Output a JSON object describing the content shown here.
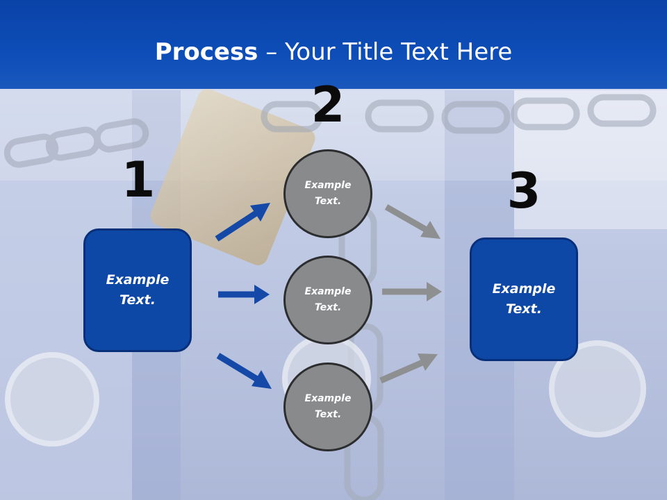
{
  "slide": {
    "title_bold": "Process",
    "title_rest": " – Your Title Text Here"
  },
  "steps": {
    "step1": {
      "number": "1",
      "line1": "Example",
      "line2": "Text."
    },
    "step2": {
      "number": "2"
    },
    "step3": {
      "number": "3",
      "line1": "Example",
      "line2": "Text."
    }
  },
  "nodes": [
    {
      "line1": "Example",
      "line2": "Text."
    },
    {
      "line1": "Example",
      "line2": "Text."
    },
    {
      "line1": "Example",
      "line2": "Text."
    }
  ],
  "colors": {
    "header_blue": "#0d4db7",
    "box_blue": "#0e48a6",
    "arrow_blue": "#1549a8",
    "arrow_gray": "#8e8f91",
    "circle_gray": "#898a8c"
  },
  "icons": {
    "background": "padlock-chain-photo",
    "arrows": "arrow-icon"
  }
}
